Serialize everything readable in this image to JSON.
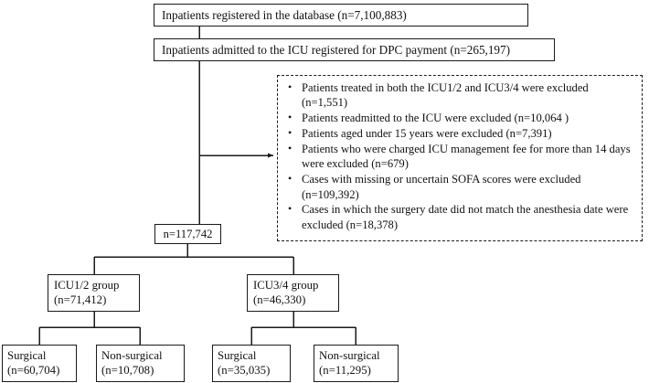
{
  "diagram": {
    "type": "study-flow-chart",
    "nodes": {
      "registered": "Inpatients registered in the database (n=7,100,883)",
      "icu_dpc": "Inpatients admitted to the ICU registered for DPC payment (n=265,197)",
      "total": "n=117,742",
      "icu12_group": {
        "label": "ICU1/2 group",
        "count": "(n=71,412)"
      },
      "icu34_group": {
        "label": "ICU3/4 group",
        "count": "(n=46,330)"
      },
      "icu12_surgical": {
        "label": "Surgical",
        "count": "(n=60,704)"
      },
      "icu12_nonsurgical": {
        "label": "Non-surgical",
        "count": "(n=10,708)"
      },
      "icu34_surgical": {
        "label": "Surgical",
        "count": "(n=35,035)"
      },
      "icu34_nonsurgical": {
        "label": "Non-surgical",
        "count": "(n=11,295)"
      }
    },
    "excluded": {
      "bullet_glyph": "•",
      "items": [
        "Patients treated in both the ICU1/2 and ICU3/4 were excluded (n=1,551)",
        "Patients readmitted to the ICU were excluded (n=10,064 )",
        "Patients aged under 15 years were excluded (n=7,391)",
        "Patients who were charged ICU management fee for more than 14 days were excluded (n=679)",
        "Cases with missing or uncertain SOFA scores were excluded (n=109,392)",
        "Cases in which the surgery date did not match the anesthesia date were excluded (n=18,378)"
      ]
    },
    "colors": {
      "stroke": "#1a1a1a",
      "background": "#ffffff",
      "text": "#111111"
    }
  }
}
